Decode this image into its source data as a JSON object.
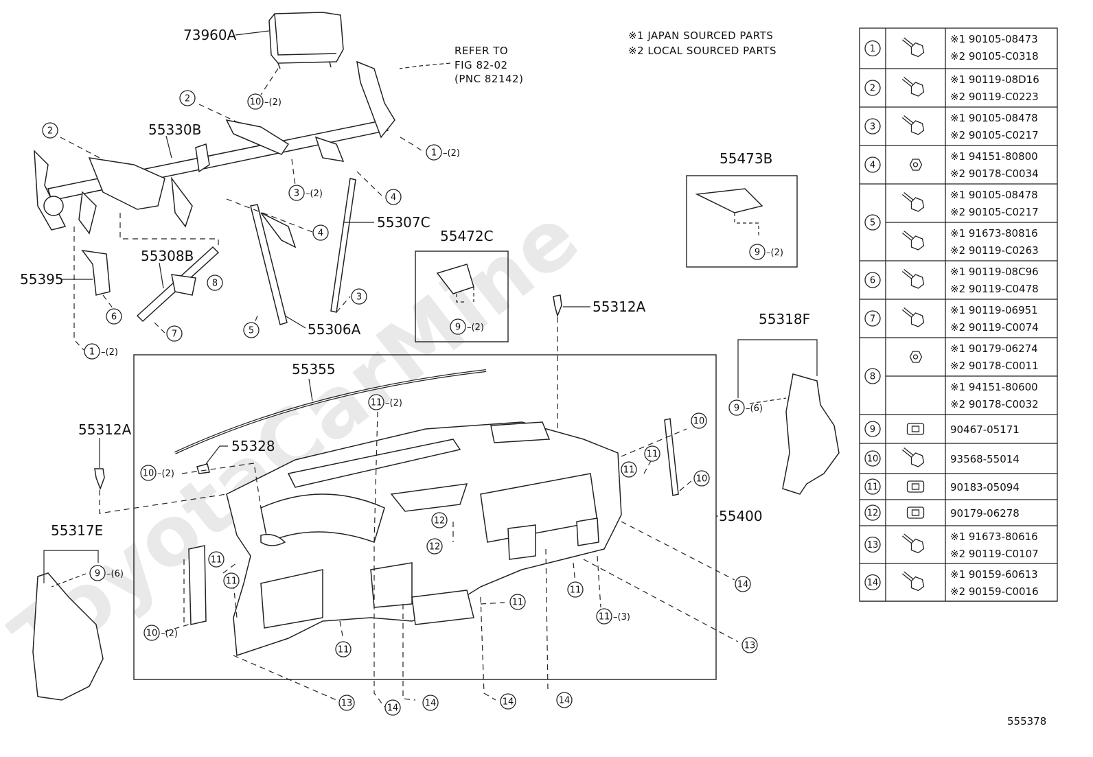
{
  "watermark": "ToyotaCarMine",
  "diagram_id": "555378",
  "notes": [
    "※1 JAPAN SOURCED PARTS",
    "※2 LOCAL SOURCED PARTS"
  ],
  "refer": [
    "REFER TO",
    "FIG 82-02",
    "(PNC 82142)"
  ],
  "part_labels": {
    "p73960A": "73960A",
    "p55330B": "55330B",
    "p55307C": "55307C",
    "p55308B": "55308B",
    "p55395": "55395",
    "p55306A": "55306A",
    "p55472C": "55472C",
    "p55473B": "55473B",
    "p55312A_top": "55312A",
    "p55312A_left": "55312A",
    "p55318F": "55318F",
    "p55355": "55355",
    "p55328": "55328",
    "p55400": "55400",
    "p55317E": "55317E"
  },
  "quantities": {
    "q2": "(2)",
    "q3": "(3)",
    "q6": "(6)"
  },
  "table": [
    {
      "num": "1",
      "rows": [
        {
          "l1": "※1 90105-08473",
          "l2": "※2 90105-C0318"
        }
      ]
    },
    {
      "num": "2",
      "rows": [
        {
          "l1": "※1 90119-08D16",
          "l2": "※2 90119-C0223"
        }
      ]
    },
    {
      "num": "3",
      "rows": [
        {
          "l1": "※1  90105-08478",
          "l2": "※2  90105-C0217"
        }
      ]
    },
    {
      "num": "4",
      "rows": [
        {
          "l1": "※1 94151-80800",
          "l2": "※2 90178-C0034"
        }
      ]
    },
    {
      "num": "5",
      "rows": [
        {
          "l1": "※1  90105-08478",
          "l2": "※2  90105-C0217"
        },
        {
          "l1": "※1  91673-80816",
          "l2": "※2  90119-C0263"
        }
      ]
    },
    {
      "num": "6",
      "rows": [
        {
          "l1": "※1 90119-08C96",
          "l2": "※2 90119-C0478"
        }
      ]
    },
    {
      "num": "7",
      "rows": [
        {
          "l1": "※1 90119-06951",
          "l2": "※2 90119-C0074"
        }
      ]
    },
    {
      "num": "8",
      "rows": [
        {
          "l1": "※1  90179-06274",
          "l2": "※2  90178-C0011"
        },
        {
          "l1": "※1  94151-80600",
          "l2": "※2  90178-C0032"
        }
      ]
    },
    {
      "num": "9",
      "rows": [
        {
          "l1": "90467-05171",
          "l2": ""
        }
      ]
    },
    {
      "num": "10",
      "rows": [
        {
          "l1": "93568-55014",
          "l2": ""
        }
      ]
    },
    {
      "num": "11",
      "rows": [
        {
          "l1": "90183-05094",
          "l2": ""
        }
      ]
    },
    {
      "num": "12",
      "rows": [
        {
          "l1": "90179-06278",
          "l2": ""
        }
      ]
    },
    {
      "num": "13",
      "rows": [
        {
          "l1": "※1  91673-80616",
          "l2": "※2  90119-C0107"
        }
      ]
    },
    {
      "num": "14",
      "rows": [
        {
          "l1": "※1 90159-60613",
          "l2": "※2 90159-C0016"
        }
      ]
    }
  ],
  "callout_numbers": [
    "1",
    "2",
    "3",
    "4",
    "5",
    "6",
    "7",
    "8",
    "9",
    "10",
    "11",
    "12",
    "13",
    "14"
  ]
}
